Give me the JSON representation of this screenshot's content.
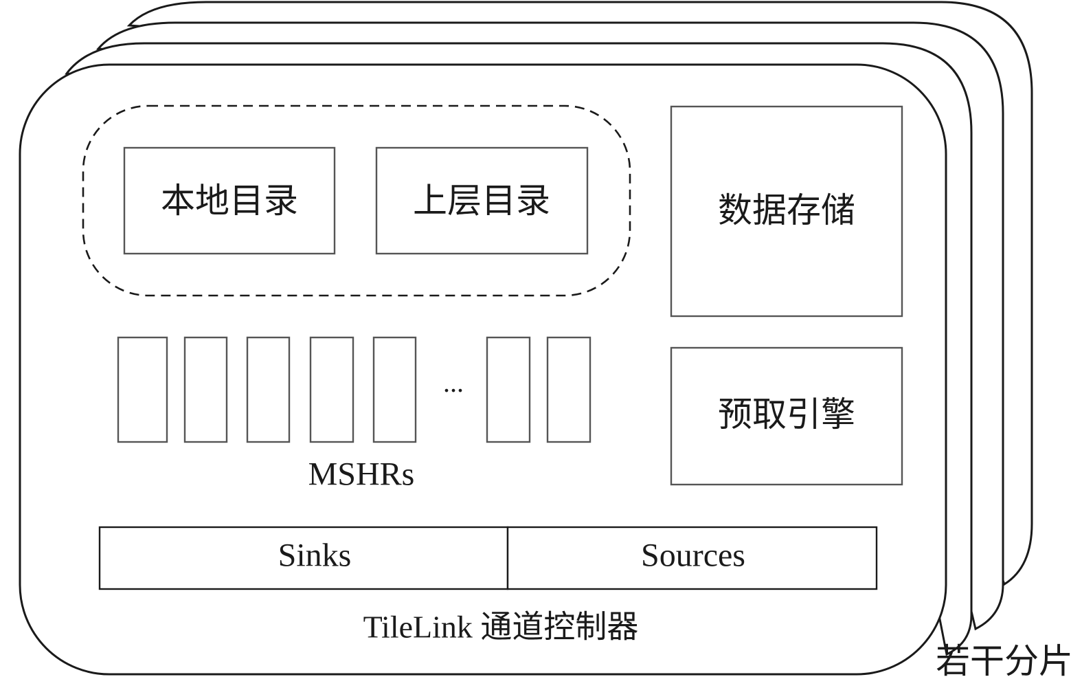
{
  "cache_slice": {
    "directory_group": {
      "local_directory": "本地目录",
      "upper_directory": "上层目录"
    },
    "data_storage": "数据存储",
    "prefetch_engine": "预取引擎",
    "mshrs": {
      "label": "MSHRs",
      "ellipsis": "..."
    },
    "channels": {
      "sinks": "Sinks",
      "sources": "Sources"
    },
    "controller_label": "TileLink 通道控制器"
  },
  "slices_label": "若干分片"
}
